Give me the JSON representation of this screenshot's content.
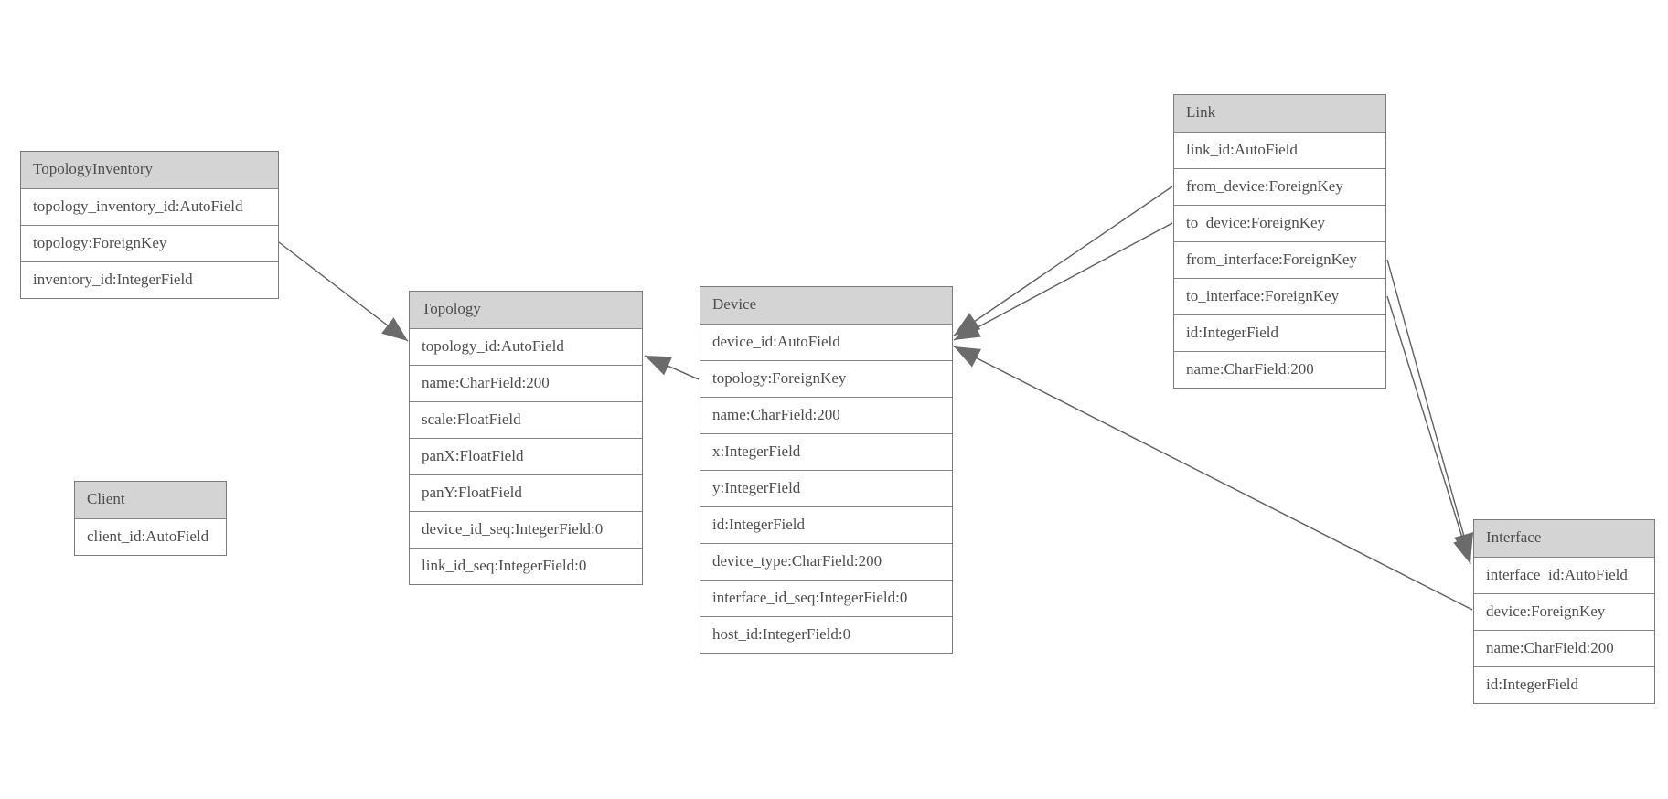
{
  "diagram": {
    "type": "entity-relationship-model-graph",
    "background": "#ffffff",
    "colors": {
      "header_fill": "#d4d4d4",
      "row_fill": "#ffffff",
      "border": "#7b7b7b",
      "text": "#4d4d4d",
      "edge_line": "#5f5f5f",
      "arrowhead_fill": "#6b6b6b"
    },
    "entities": [
      {
        "name": "TopologyInventory",
        "fields": [
          "topology_inventory_id:AutoField",
          "topology:ForeignKey",
          "inventory_id:IntegerField"
        ]
      },
      {
        "name": "Topology",
        "fields": [
          "topology_id:AutoField",
          "name:CharField:200",
          "scale:FloatField",
          "panX:FloatField",
          "panY:FloatField",
          "device_id_seq:IntegerField:0",
          "link_id_seq:IntegerField:0"
        ]
      },
      {
        "name": "Client",
        "fields": [
          "client_id:AutoField"
        ]
      },
      {
        "name": "Device",
        "fields": [
          "device_id:AutoField",
          "topology:ForeignKey",
          "name:CharField:200",
          "x:IntegerField",
          "y:IntegerField",
          "id:IntegerField",
          "device_type:CharField:200",
          "interface_id_seq:IntegerField:0",
          "host_id:IntegerField:0"
        ]
      },
      {
        "name": "Link",
        "fields": [
          "link_id:AutoField",
          "from_device:ForeignKey",
          "to_device:ForeignKey",
          "from_interface:ForeignKey",
          "to_interface:ForeignKey",
          "id:IntegerField",
          "name:CharField:200"
        ]
      },
      {
        "name": "Interface",
        "fields": [
          "interface_id:AutoField",
          "device:ForeignKey",
          "name:CharField:200",
          "id:IntegerField"
        ]
      }
    ],
    "relations": [
      {
        "from": "TopologyInventory.topology",
        "to": "Topology.topology_id"
      },
      {
        "from": "Device.topology",
        "to": "Topology.topology_id"
      },
      {
        "from": "Link.from_device",
        "to": "Device.device_id"
      },
      {
        "from": "Link.to_device",
        "to": "Device.device_id"
      },
      {
        "from": "Interface.device",
        "to": "Device.device_id"
      },
      {
        "from": "Link.from_interface",
        "to": "Interface.interface_id"
      },
      {
        "from": "Link.to_interface",
        "to": "Interface.interface_id"
      }
    ]
  }
}
